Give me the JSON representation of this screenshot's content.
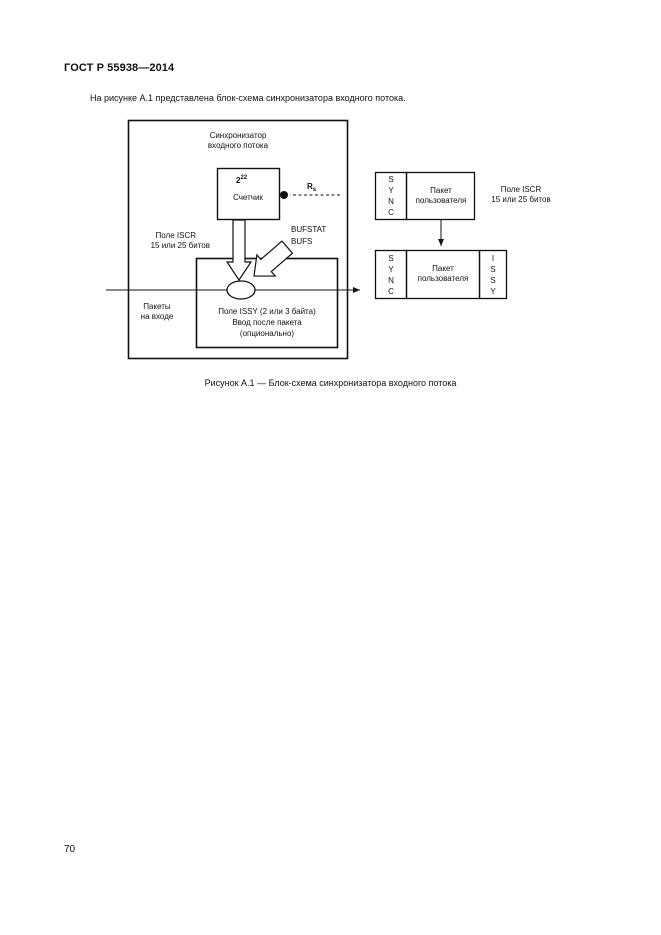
{
  "header": {
    "standard": "ГОСТ Р 55938—2014"
  },
  "intro": {
    "text": "На рисунке А.1 представлена блок-схема синхронизатора входного потока."
  },
  "figure": {
    "sync_title_line1": "Синхронизатор",
    "sync_title_line2": "входного потока",
    "counter_power_base": "2",
    "counter_power_exp": "22",
    "counter_label": "Счетчик",
    "rs_label": "R",
    "rs_sub": "s",
    "iscr_left_line1": "Поле ISCR",
    "iscr_left_line2": "15 или 25 битов",
    "bufstat_label": "BUFSTAT",
    "bufs_label": "BUFS",
    "packets_line1": "Пакеты",
    "packets_line2": "на входе",
    "issy_line1": "Поле ISSY (2 или 3 байта)",
    "issy_line2": "Ввод после пакета",
    "issy_line3": "(опционально)",
    "sync_letters": [
      "S",
      "Y",
      "N",
      "C"
    ],
    "packet_line1": "Пакет",
    "packet_line2": "пользователя",
    "iscr_right_line1": "Поле ISCR",
    "iscr_right_line2": "15 или 25 битов",
    "issy_letters": [
      "I",
      "S",
      "S",
      "Y"
    ]
  },
  "caption": {
    "text": "Рисунок А.1 — Блок-схема синхронизатора входного потока"
  },
  "footer": {
    "page_number": "70"
  }
}
